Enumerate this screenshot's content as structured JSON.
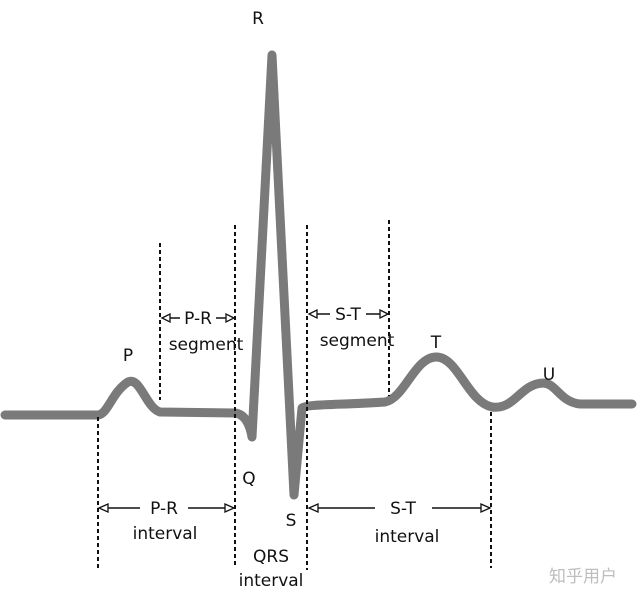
{
  "waves": {
    "P": "P",
    "Q": "Q",
    "R": "R",
    "S": "S",
    "T": "T",
    "U": "U"
  },
  "annotations": {
    "pr_segment": {
      "line1": "P-R",
      "line2": "segment"
    },
    "st_segment": {
      "line1": "S-T",
      "line2": "segment"
    },
    "pr_interval": {
      "line1": "P-R",
      "line2": "interval"
    },
    "qrs_interval": {
      "line1": "QRS",
      "line2": "interval"
    },
    "st_interval": {
      "line1": "S-T",
      "line2": "interval"
    }
  },
  "watermark": "知乎用户",
  "colors": {
    "trace": "#7a7a7a",
    "text": "#111111",
    "background": "#ffffff"
  }
}
